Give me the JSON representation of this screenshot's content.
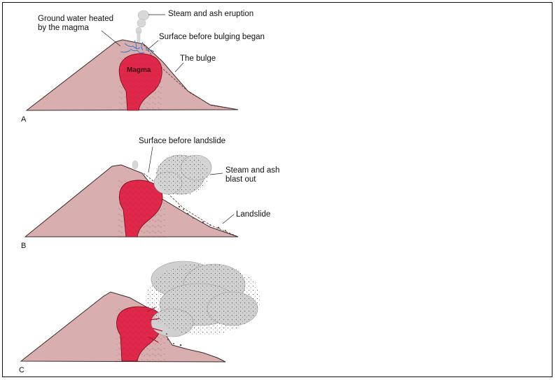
{
  "colors": {
    "volcano": "#d9aeae",
    "volcano_edge": "#3b2a2a",
    "magma": "#e0284a",
    "water": "#3a7fd0",
    "steam": "#c9c9c9"
  },
  "panels": {
    "a": {
      "letter": "A",
      "labels": {
        "steam_eruption": "Steam and ash eruption",
        "ground_water_line1": "Ground water heated",
        "ground_water_line2": "by the magma",
        "surface_before_bulging": "Surface before bulging began",
        "bulge": "The bulge",
        "magma": "Magma"
      }
    },
    "b": {
      "letter": "B",
      "labels": {
        "surface_before_landslide": "Surface before landslide",
        "steam_blast_line1": "Steam and ash",
        "steam_blast_line2": "blast out",
        "landslide": "Landslide"
      }
    },
    "c": {
      "letter": "C"
    }
  }
}
